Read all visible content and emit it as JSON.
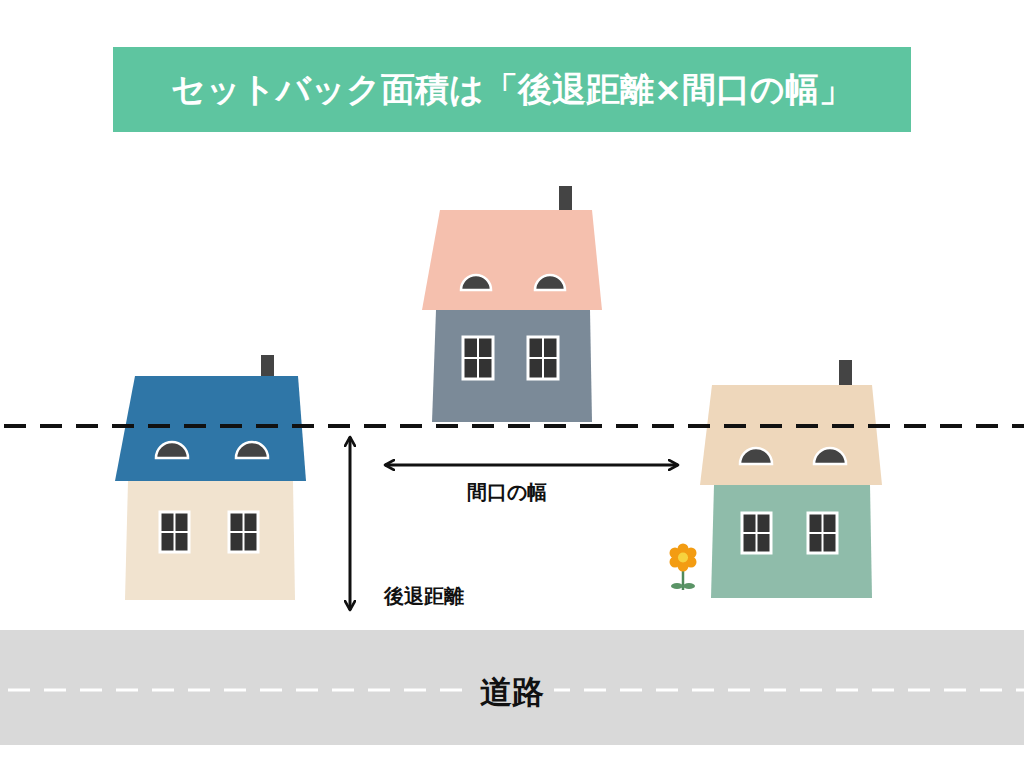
{
  "diagram": {
    "title": "セットバック面積は「後退距離×間口の幅」",
    "nodes": [
      {
        "text": [
          "道路"
        ]
      }
    ],
    "labels": [
      "間口の幅",
      "後退距離"
    ]
  }
}
